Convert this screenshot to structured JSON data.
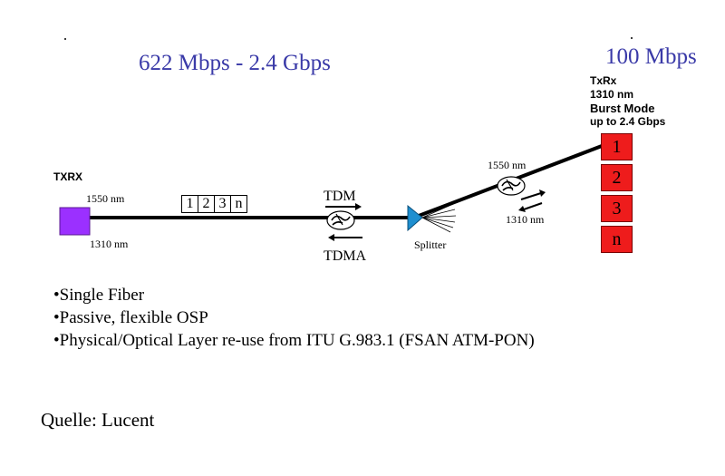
{
  "rates": {
    "left": "622 Mbps  - 2.4 Gbps",
    "right": "100 Mbps"
  },
  "olt": {
    "label": "TXRX",
    "wavelength_down": "1550 nm",
    "wavelength_up": "1310 nm",
    "color": "#9b30ff"
  },
  "frame_cells": [
    "1",
    "2",
    "3",
    "n"
  ],
  "mux": {
    "down": "TDM",
    "up": "TDMA"
  },
  "splitter": {
    "label": "Splitter",
    "color": "#1e8fd0"
  },
  "branch": {
    "wavelength_down": "1550 nm",
    "wavelength_up": "1310 nm"
  },
  "onu": {
    "lines": [
      "TxRx",
      "1310 nm",
      "Burst Mode",
      "up to 2.4 Gbps"
    ],
    "boxes": [
      "1",
      "2",
      "3",
      "n"
    ],
    "color": "#ee1c1c"
  },
  "bullets": [
    "•Single Fiber",
    "•Passive, flexible OSP",
    "•Physical/Optical Layer re-use from ITU G.983.1 (FSAN ATM-PON)"
  ],
  "source": "Quelle: Lucent"
}
